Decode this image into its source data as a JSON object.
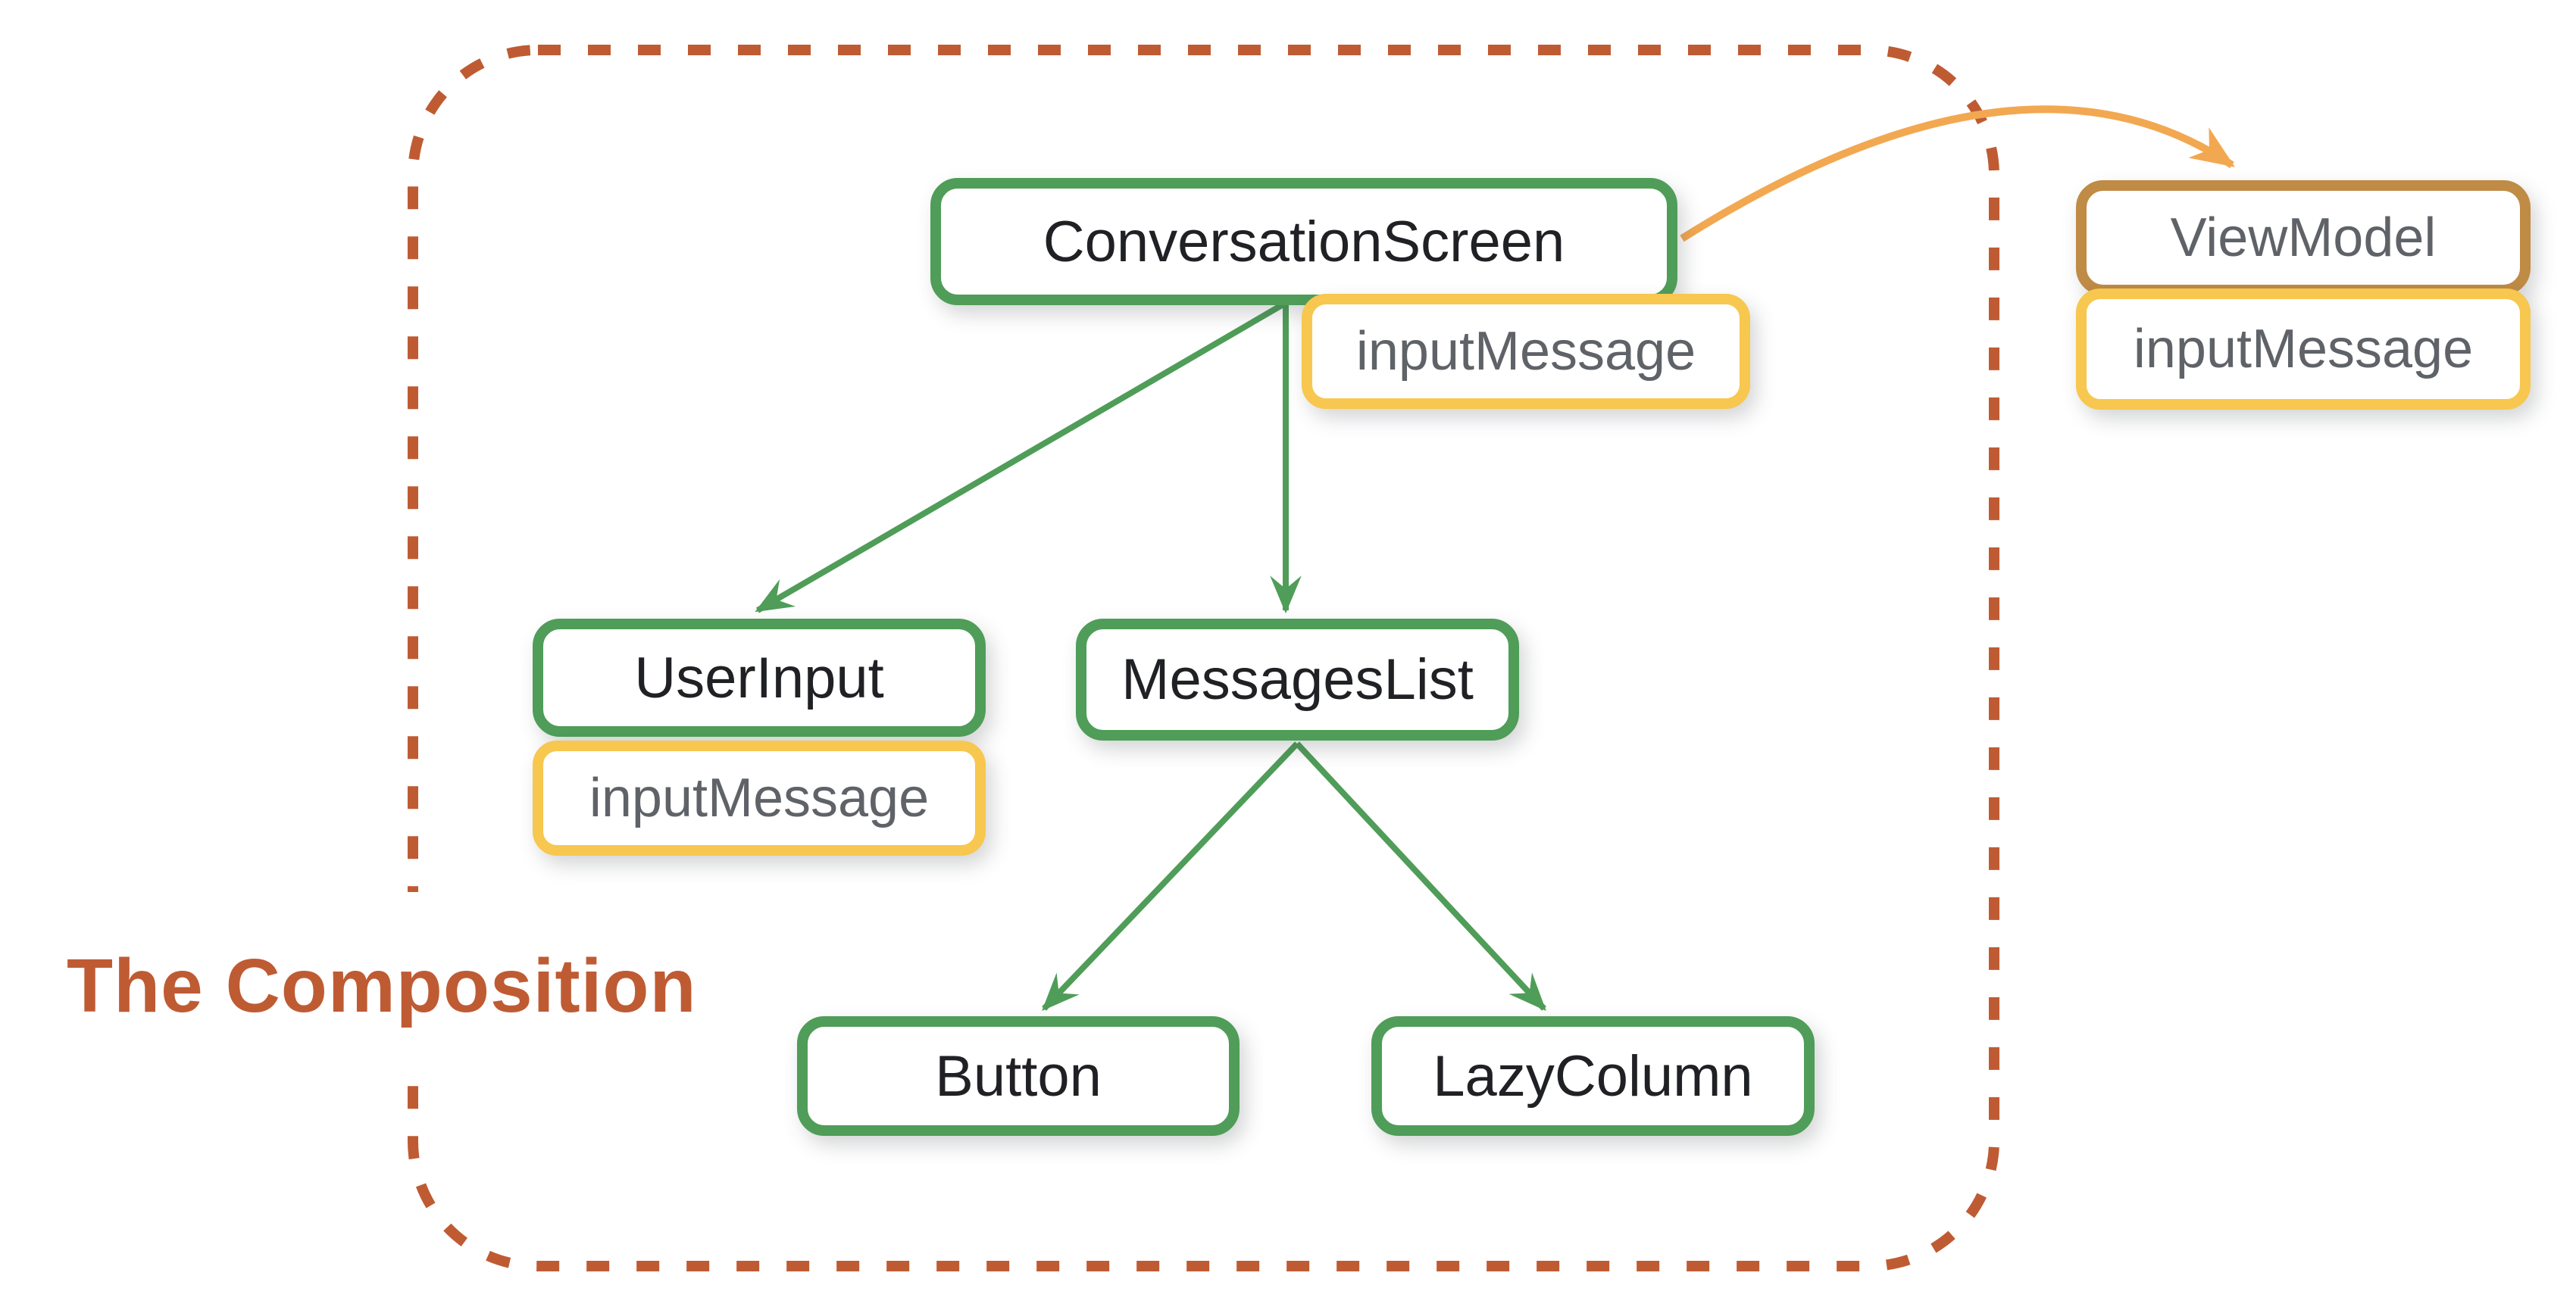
{
  "diagram": {
    "title": "The Composition",
    "kind": "jetpack-compose-composition-tree"
  },
  "colors": {
    "composable_border": "#4F9D58",
    "state_border": "#F7C74F",
    "viewmodel_border": "#BF8B45",
    "dashed_boundary": "#BF5B33",
    "title_text": "#BF5B33",
    "orange_arrow": "#F2A851",
    "composable_text": "#202124",
    "state_text": "#5F6368"
  },
  "nodes": {
    "conversation_screen": {
      "label": "ConversationScreen",
      "kind": "composable"
    },
    "conversation_screen_state": {
      "label": "inputMessage",
      "kind": "state"
    },
    "user_input": {
      "label": "UserInput",
      "kind": "composable"
    },
    "user_input_state": {
      "label": "inputMessage",
      "kind": "state"
    },
    "messages_list": {
      "label": "MessagesList",
      "kind": "composable"
    },
    "button": {
      "label": "Button",
      "kind": "composable"
    },
    "lazy_column": {
      "label": "LazyColumn",
      "kind": "composable"
    },
    "view_model": {
      "label": "ViewModel",
      "kind": "viewmodel"
    },
    "view_model_state": {
      "label": "inputMessage",
      "kind": "state"
    }
  },
  "edges": [
    {
      "from": "ConversationScreen",
      "to": "UserInput",
      "style": "green-arrow"
    },
    {
      "from": "ConversationScreen",
      "to": "MessagesList",
      "style": "green-arrow"
    },
    {
      "from": "MessagesList",
      "to": "Button",
      "style": "green-arrow"
    },
    {
      "from": "MessagesList",
      "to": "LazyColumn",
      "style": "green-arrow"
    },
    {
      "from": "ConversationScreen",
      "to": "ViewModel",
      "style": "orange-curved-arrow"
    }
  ]
}
